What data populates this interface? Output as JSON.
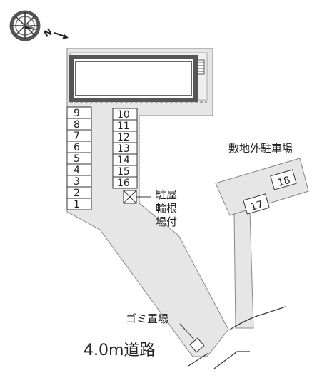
{
  "compass": {
    "north_label": "N"
  },
  "parking": {
    "left_slots": [
      "9",
      "8",
      "7",
      "6",
      "5",
      "4",
      "3",
      "2",
      "1"
    ],
    "right_slots": [
      "10",
      "11",
      "12",
      "13",
      "14",
      "15",
      "16"
    ],
    "offsite_slots": [
      "18",
      "17"
    ]
  },
  "labels": {
    "bicycle_parking": [
      "駐屋",
      "輪根",
      "場付"
    ],
    "offsite_parking": "敷地外駐車場",
    "garbage": "ゴミ置場",
    "road": "4.0m道路"
  },
  "colors": {
    "ground": "#e6e6e6",
    "building_border": "#555555",
    "line": "#333333"
  }
}
